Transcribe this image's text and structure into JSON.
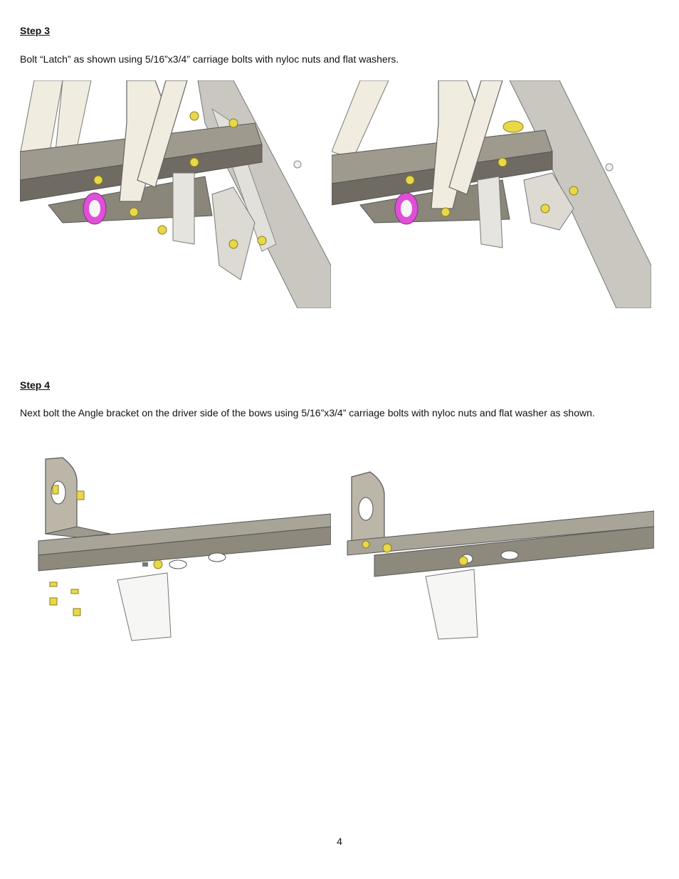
{
  "step3": {
    "heading": "Step 3",
    "text": "Bolt “Latch” as shown using 5/16”x3/4” carriage bolts with nyloc nuts and flat washers."
  },
  "step4": {
    "heading": "Step 4",
    "text": "Next bolt the Angle bracket on the driver side of the bows using 5/16”x3/4” carriage bolts with nyloc nuts and flat washer as shown."
  },
  "figures": {
    "step3_left": "latch-assembly-exploded",
    "step3_right": "latch-assembly-installed",
    "step4_left": "angle-bracket-exploded",
    "step4_right": "angle-bracket-installed"
  },
  "colors": {
    "steel": "#9e9a8e",
    "steel_dark": "#6f6b62",
    "bow_cream": "#f1ece0",
    "hardware": "#e8d84a",
    "bushing": "#e04fd8"
  },
  "page_number": "4"
}
